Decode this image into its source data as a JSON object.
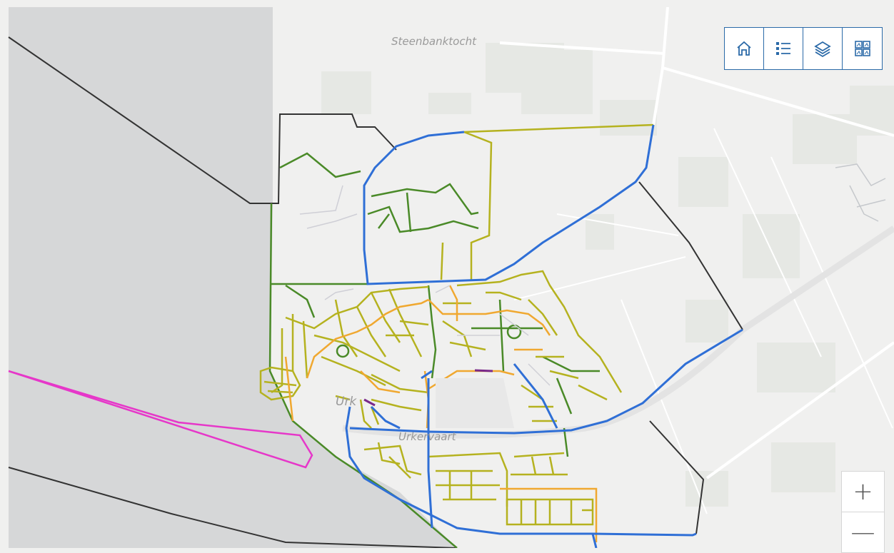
{
  "map": {
    "place_labels": {
      "canal_top": "Steenbanktocht",
      "town": "Urk",
      "canal_center": "Urkervaart"
    }
  },
  "toolbar": {
    "buttons": [
      {
        "name": "home-button",
        "icon": "home-icon"
      },
      {
        "name": "legend-button",
        "icon": "list-icon"
      },
      {
        "name": "layers-button",
        "icon": "layers-icon"
      },
      {
        "name": "basemap-gallery-button",
        "icon": "basemap-gallery-icon"
      }
    ]
  },
  "zoom": {
    "in_label": "+",
    "out_label": "—"
  },
  "colors": {
    "water": "#d6d7d8",
    "land": "#f0f0ef",
    "boundary": "#333333",
    "route_blue": "#2f6fd6",
    "route_green": "#4a8a28",
    "route_olive": "#b5b21f",
    "route_orange": "#f0a830",
    "route_magenta": "#e637c9",
    "toolbar_accent": "#2b6aa8"
  }
}
